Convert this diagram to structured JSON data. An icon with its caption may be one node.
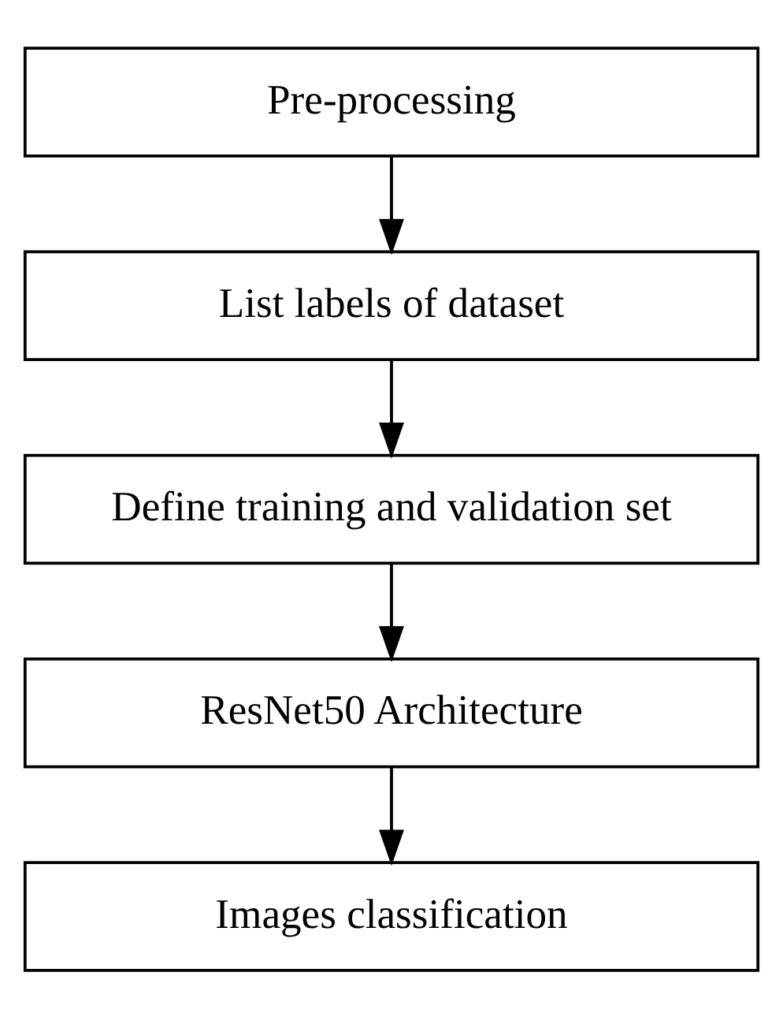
{
  "diagram": {
    "nodes": [
      {
        "text": [
          "Pre-processing"
        ]
      },
      {
        "text": [
          "List labels of dataset"
        ]
      },
      {
        "text": [
          "Define training and validation set"
        ]
      },
      {
        "text": [
          "ResNet50 Architecture"
        ]
      },
      {
        "text": [
          "Images classification"
        ]
      }
    ],
    "edges": [
      {
        "from": 0,
        "to": 1,
        "arrow": "to"
      },
      {
        "from": 1,
        "to": 2,
        "arrow": "to"
      },
      {
        "from": 2,
        "to": 3,
        "arrow": "to"
      },
      {
        "from": 3,
        "to": 4,
        "arrow": "to"
      }
    ]
  }
}
